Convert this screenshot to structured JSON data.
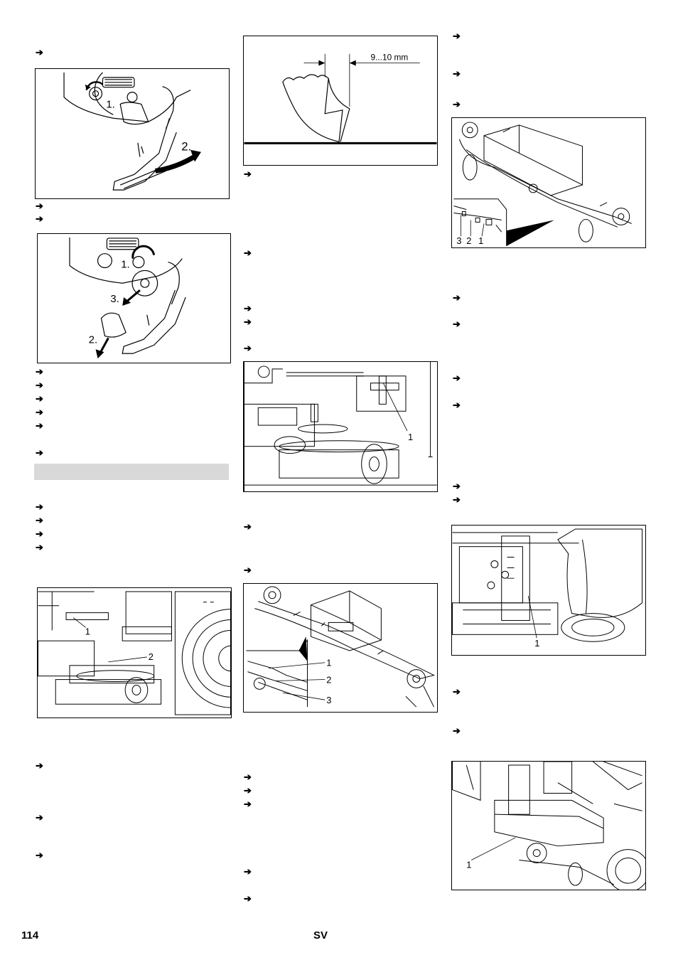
{
  "arrow_glyph": "➔",
  "figures": {
    "fig1": {
      "step1": "1.",
      "step2": "2."
    },
    "fig2": {
      "step1": "1.",
      "step2": "2.",
      "step3": "3."
    },
    "fig3": {
      "label1": "1",
      "label2": "2"
    },
    "fig4": {
      "dimension": "9...10 mm"
    },
    "fig5": {
      "label1": "1"
    },
    "fig6": {
      "label1": "1",
      "label2": "2",
      "label3": "3"
    },
    "fig7": {
      "label3": "3",
      "label2": "2",
      "label1": "1"
    },
    "fig8": {
      "label1": "1"
    },
    "fig9": {
      "label1": "1"
    }
  },
  "footer": {
    "page_number": "114",
    "language": "SV"
  }
}
